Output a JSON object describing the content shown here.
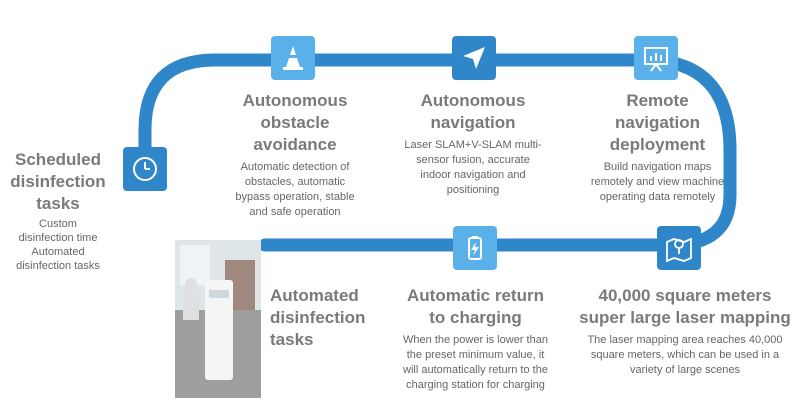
{
  "colors": {
    "track": "#2f86c8",
    "icon_bg": "#2f86c8",
    "title": "#7a7a7a",
    "desc": "#666666"
  },
  "scheduled": {
    "title_lines": [
      "Scheduled",
      "disinfection",
      "tasks"
    ],
    "desc_lines": [
      "Custom",
      "disinfection time",
      "Automated",
      "disinfection tasks"
    ],
    "icon": "clock-icon"
  },
  "obstacle": {
    "title_lines": [
      "Autonomous",
      "obstacle",
      "avoidance"
    ],
    "desc_lines": [
      "Automatic detection of",
      "obstacles, automatic",
      "bypass operation, stable",
      "and safe operation"
    ],
    "icon": "traffic-cone-icon"
  },
  "navigation": {
    "title_lines": [
      "Autonomous",
      "navigation"
    ],
    "desc_lines": [
      "Laser SLAM+V-SLAM multi-",
      "sensor fusion, accurate",
      "indoor navigation and",
      "positioning"
    ],
    "icon": "navigation-arrow-icon"
  },
  "remote": {
    "title_lines": [
      "Remote",
      "navigation",
      "deployment"
    ],
    "desc_lines": [
      "Build navigation maps",
      "remotely and view machine",
      "operating data remotely"
    ],
    "icon": "presentation-board-icon"
  },
  "mapping": {
    "title_lines": [
      "40,000 square meters",
      "super large laser mapping"
    ],
    "desc_lines": [
      "The laser mapping area reaches 40,000",
      "square meters, which can be used in a",
      "variety of large scenes"
    ],
    "icon": "map-pin-icon"
  },
  "charging": {
    "title_lines": [
      "Automatic return",
      "to charging"
    ],
    "desc_lines": [
      "When the power is lower than",
      "the preset minimum value, it",
      "will automatically return to the",
      "charging station for charging"
    ],
    "icon": "battery-charging-icon"
  },
  "automated": {
    "title_lines": [
      "Automated",
      "disinfection",
      "tasks"
    ],
    "photo": "disinfection-robot-photo"
  }
}
